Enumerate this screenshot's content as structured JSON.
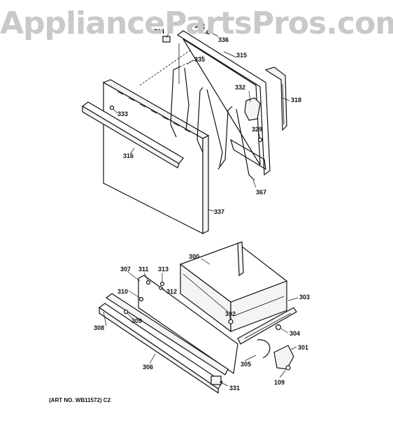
{
  "watermark": "AppliancePartsPros.com",
  "art_number": "(ART NO. WB11572) C2",
  "callouts": {
    "p314": "314",
    "p312a": "312",
    "p336": "336",
    "p315": "315",
    "p335": "335",
    "p318": "318",
    "p332": "332",
    "p333": "333",
    "p329": "329",
    "p316": "316",
    "p367": "367",
    "p337": "337",
    "p300": "300",
    "p307": "307",
    "p311": "311",
    "p313": "313",
    "p312b": "312",
    "p310": "310",
    "p303": "303",
    "p302": "302",
    "p308": "308",
    "p309": "309",
    "p304": "304",
    "p301": "301",
    "p305": "305",
    "p306": "306",
    "p109": "109",
    "p331": "331"
  }
}
